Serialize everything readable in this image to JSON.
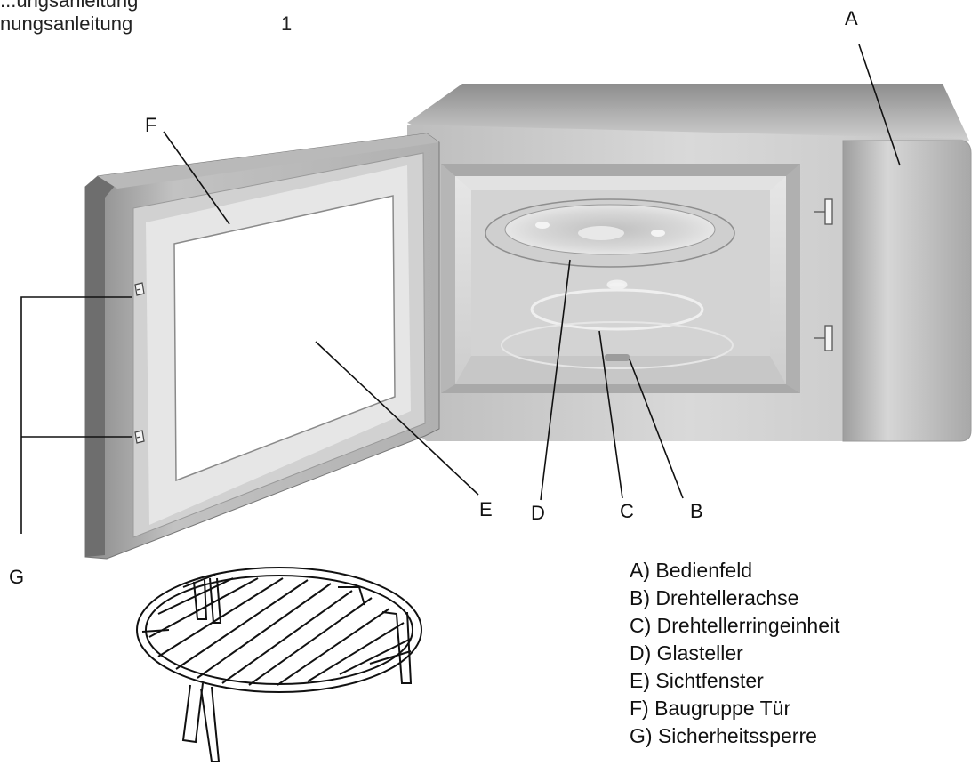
{
  "header": {
    "line1": "...ungsanleitung",
    "line2": "nungsanleitung",
    "page_number": "1"
  },
  "callouts": {
    "A": "A",
    "B": "B",
    "C": "C",
    "D": "D",
    "E": "E",
    "F": "F",
    "G": "G"
  },
  "legend": [
    "A) Bedienfeld",
    "B) Drehtellerachse",
    "C) Drehtellerringeinheit",
    "D) Glasteller",
    "E) Sichtfenster",
    "F) Baugruppe Tür",
    "G) Sicherheitssperre"
  ]
}
